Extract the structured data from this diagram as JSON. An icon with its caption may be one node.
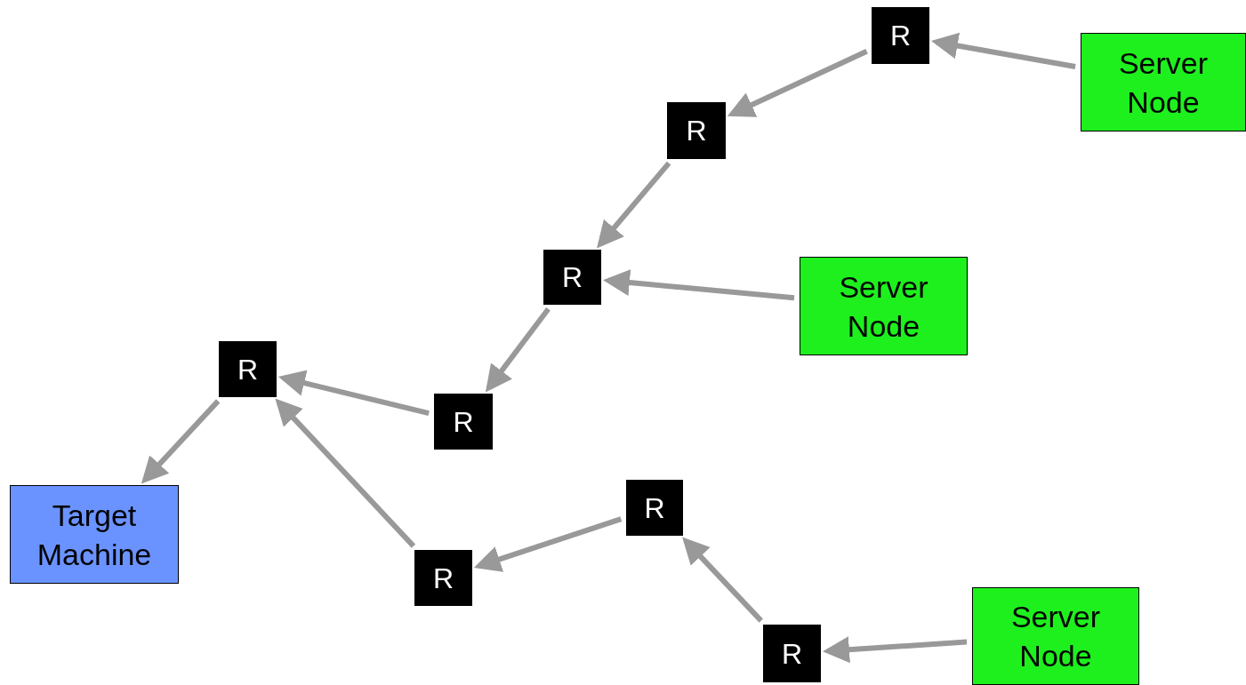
{
  "diagram": {
    "nodes": [
      {
        "text": [
          "Server Node"
        ]
      },
      {
        "text": [
          "R"
        ]
      },
      {
        "text": [
          "R"
        ]
      },
      {
        "text": [
          "R"
        ]
      },
      {
        "text": [
          "Server Node"
        ]
      },
      {
        "text": [
          "R"
        ]
      },
      {
        "text": [
          "R"
        ]
      },
      {
        "text": [
          "Target Machine"
        ]
      },
      {
        "text": [
          "R"
        ]
      },
      {
        "text": [
          "R"
        ]
      },
      {
        "text": [
          "R"
        ]
      },
      {
        "text": [
          "Server Node"
        ]
      }
    ],
    "edges": [
      {
        "from": 0,
        "to": 1,
        "arrow": "to"
      },
      {
        "from": 1,
        "to": 2,
        "arrow": "to"
      },
      {
        "from": 2,
        "to": 3,
        "arrow": "to"
      },
      {
        "from": 4,
        "to": 3,
        "arrow": "to"
      },
      {
        "from": 3,
        "to": 6,
        "arrow": "to"
      },
      {
        "from": 6,
        "to": 5,
        "arrow": "to"
      },
      {
        "from": 5,
        "to": 7,
        "arrow": "to"
      },
      {
        "from": 11,
        "to": 10,
        "arrow": "to"
      },
      {
        "from": 10,
        "to": 8,
        "arrow": "to"
      },
      {
        "from": 8,
        "to": 9,
        "arrow": "to"
      },
      {
        "from": 9,
        "to": 5,
        "arrow": "to"
      }
    ]
  }
}
